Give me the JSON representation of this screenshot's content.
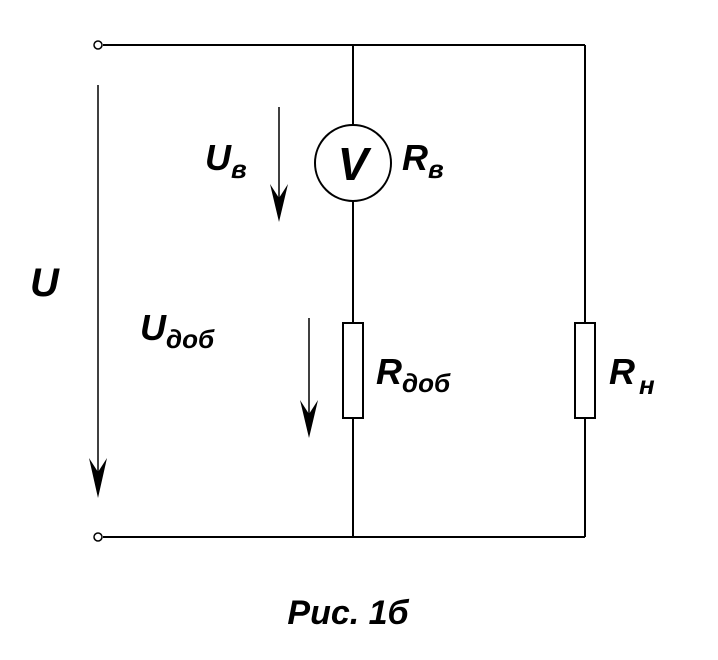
{
  "labels": {
    "source_voltage": "U",
    "voltmeter_voltage": {
      "main": "U",
      "sub": "в"
    },
    "voltmeter_symbol": "V",
    "voltmeter_resistance": {
      "main": "R",
      "sub": "в"
    },
    "additional_voltage": {
      "main": "U",
      "sub": "доб"
    },
    "additional_resistance": {
      "main": "R",
      "sub": "доб"
    },
    "load_resistance": {
      "main": "R",
      "sub": "н"
    }
  },
  "caption": "Рис. 1б",
  "colors": {
    "line": "#000000",
    "background": "#ffffff"
  }
}
